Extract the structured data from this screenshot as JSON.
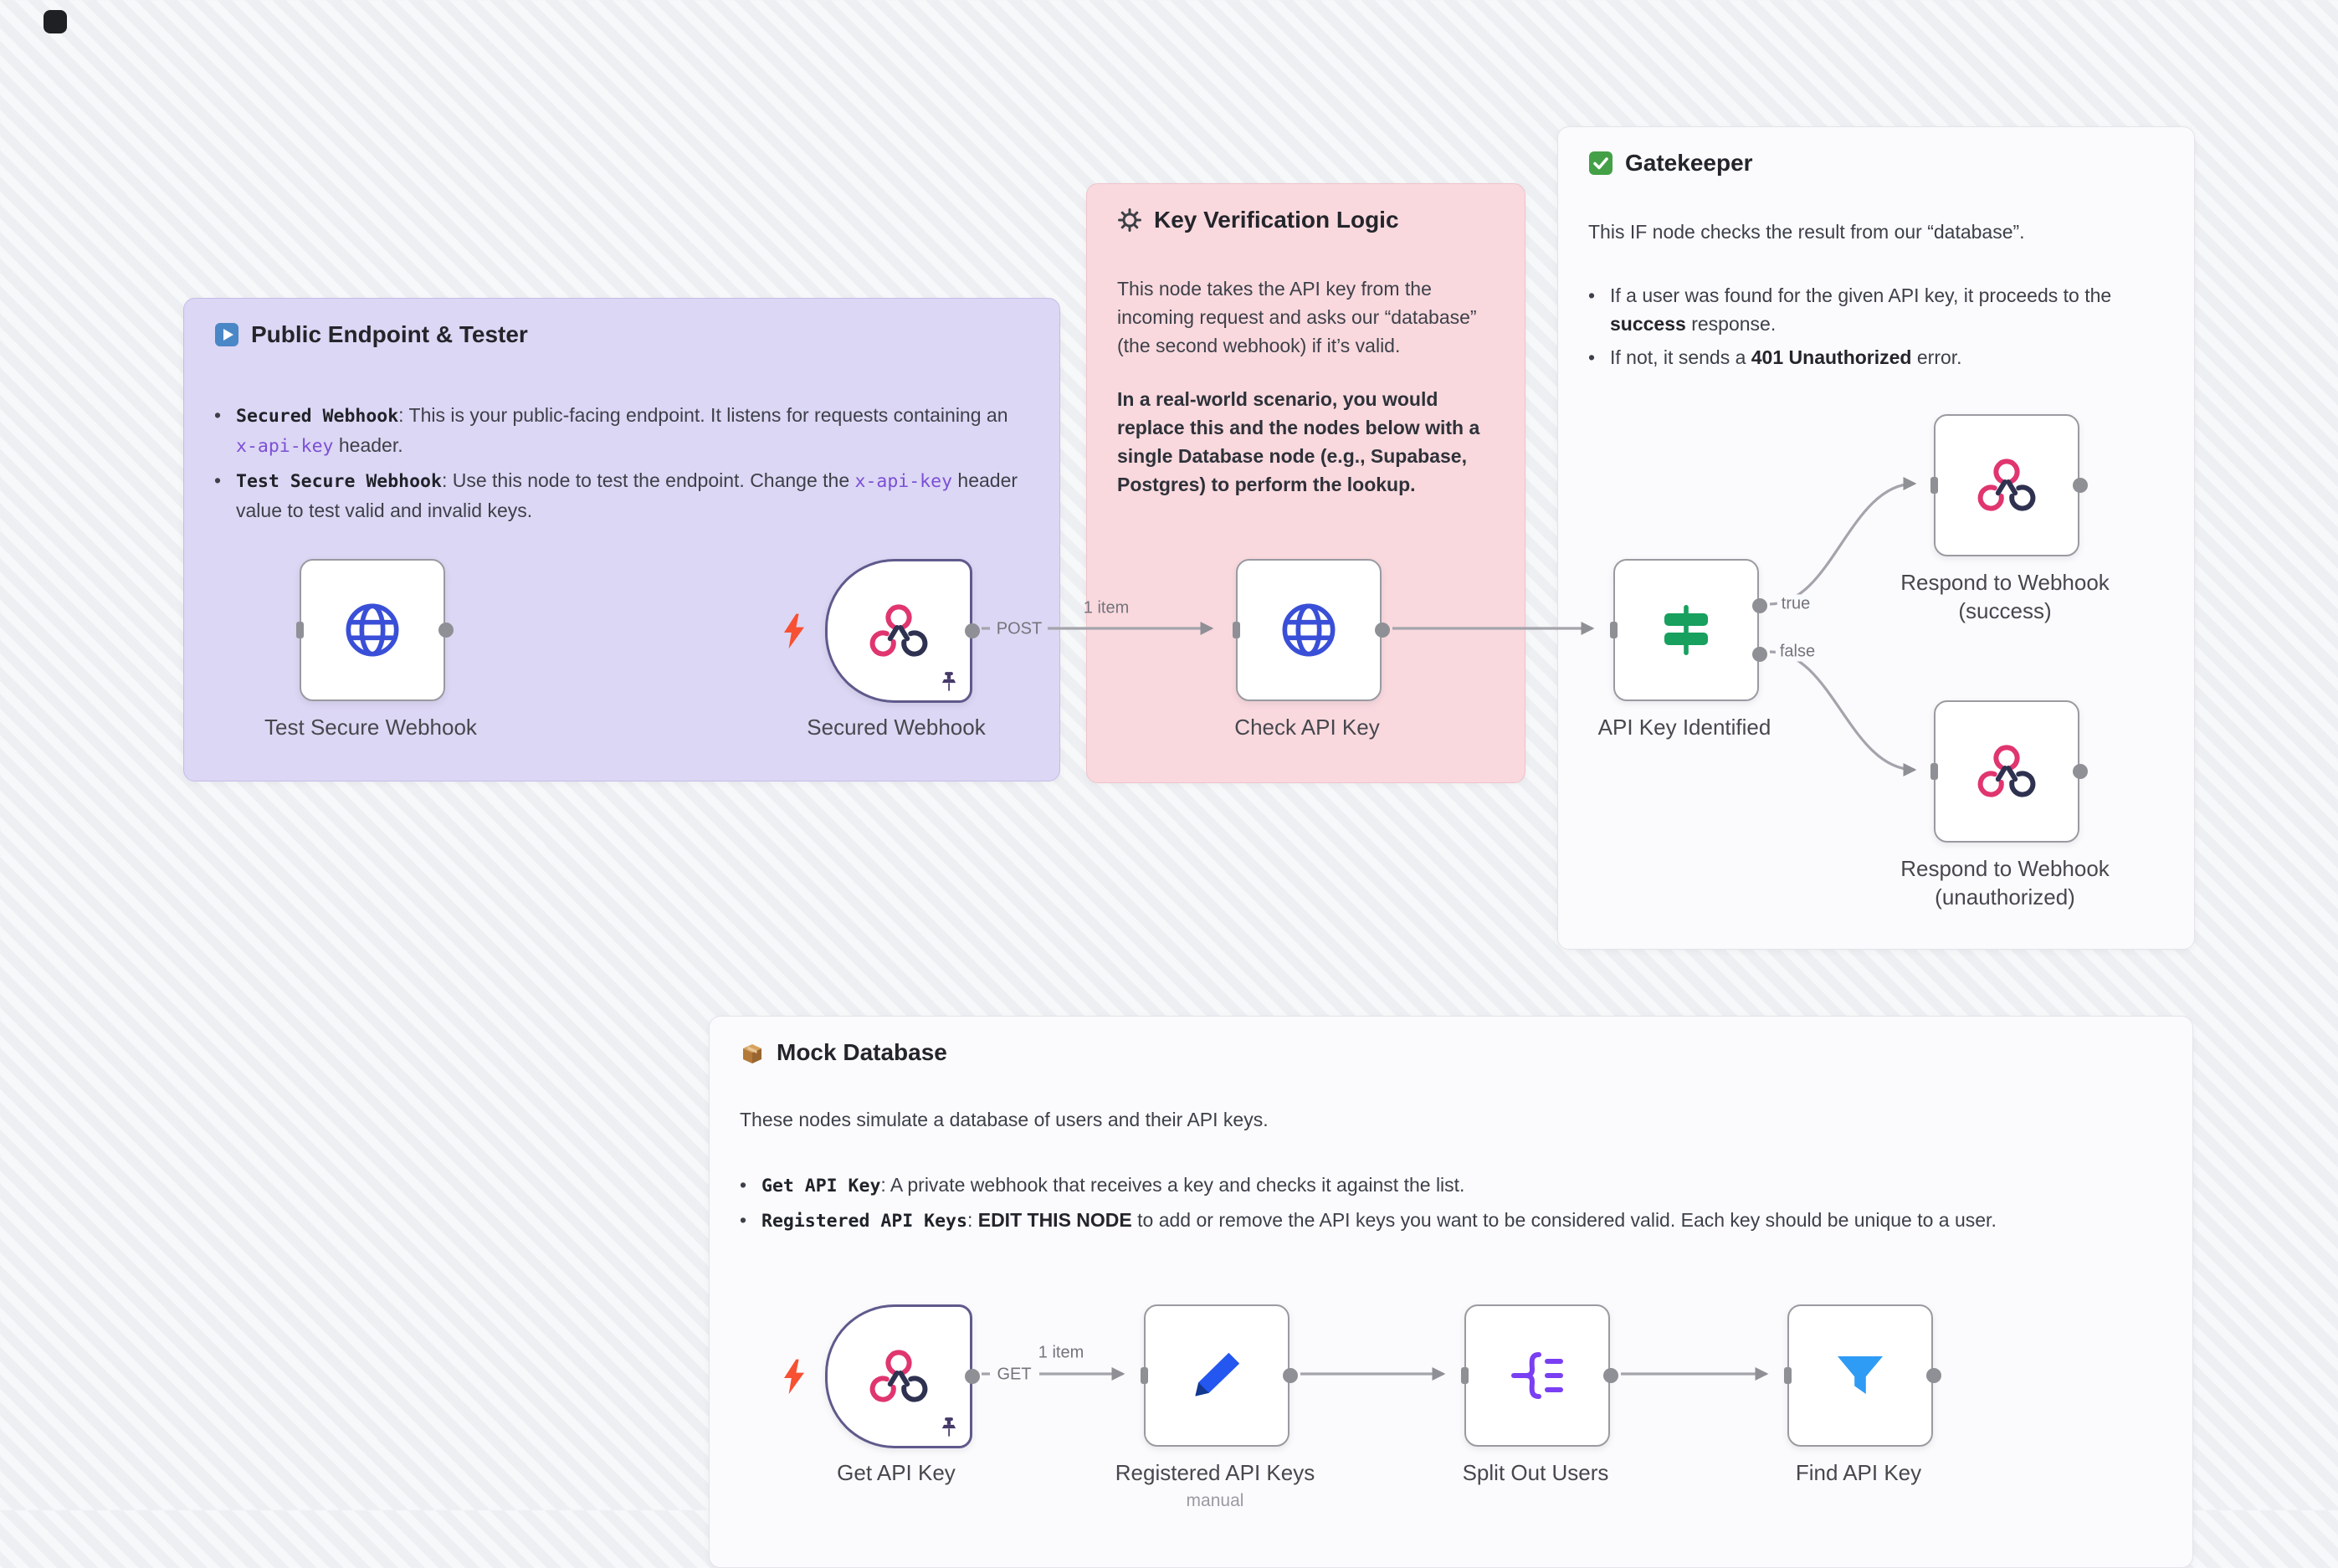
{
  "stickies": {
    "public": {
      "title": "Public Endpoint & Tester",
      "b1_name": "Secured Webhook",
      "b1_t1": ": This is your public-facing endpoint. It listens for requests containing an ",
      "b1_code": "x-api-key",
      "b1_t2": " header.",
      "b2_name": "Test Secure Webhook",
      "b2_t1": ": Use this node to test the endpoint. Change the ",
      "b2_code": "x-api-key",
      "b2_t2": " header value to test valid and invalid keys."
    },
    "verify": {
      "title": "Key Verification Logic",
      "p1": "This node takes the API key from the incoming request and asks our “database” (the second webhook) if it’s valid.",
      "p2": "In a real-world scenario, you would replace this and the nodes below with a single Database node (e.g., Supabase, Postgres) to perform the lookup."
    },
    "gate": {
      "title": "Gatekeeper",
      "p1": "This IF node checks the result from our “database”.",
      "b1_t1": "If a user was found for the given API key, it proceeds to the ",
      "b1_bold": "success",
      "b1_t2": " response.",
      "b2_t1": "If not, it sends a ",
      "b2_bold": "401 Unauthorized",
      "b2_t2": " error."
    },
    "mock": {
      "title": "Mock Database",
      "p1": "These nodes simulate a database of users and their API keys.",
      "b1_name": "Get API Key",
      "b1_t1": ": A private webhook that receives a key and checks it against the list.",
      "b2_name": "Registered API Keys",
      "b2_t1": ": ",
      "b2_bold": "EDIT THIS NODE",
      "b2_t2": " to add or remove the API keys you want to be considered valid. Each key should be unique to a user."
    }
  },
  "nodes": {
    "test": {
      "label": "Test Secure Webhook"
    },
    "secured": {
      "label": "Secured Webhook"
    },
    "check": {
      "label": "Check API Key"
    },
    "identify": {
      "label": "API Key Identified"
    },
    "respond_success": {
      "label1": "Respond to Webhook",
      "label2": "(success)"
    },
    "respond_unauth": {
      "label1": "Respond to Webhook",
      "label2": "(unauthorized)"
    },
    "get": {
      "label": "Get API Key"
    },
    "registered": {
      "label": "Registered API Keys",
      "sub": "manual"
    },
    "split": {
      "label": "Split Out Users"
    },
    "find": {
      "label": "Find API Key"
    }
  },
  "connections": {
    "post": "POST",
    "get": "GET",
    "items_top": "1 item",
    "items_bottom": "1 item",
    "true": "true",
    "false": "false"
  },
  "colors": {
    "sticky_purple_bg": "#dcd7f4",
    "sticky_pink_bg": "#f9d9de",
    "sticky_white_bg": "#fbfbfd",
    "webhook_pink": "#e0356f",
    "http_blue": "#3a4fd7",
    "if_green": "#17a05e",
    "set_blue": "#2456f0",
    "splitout_purple": "#7a3ff2",
    "filter_blue": "#2e9bf5",
    "bolt_orange": "#f85032",
    "trigger_border": "#5f5a8c"
  }
}
